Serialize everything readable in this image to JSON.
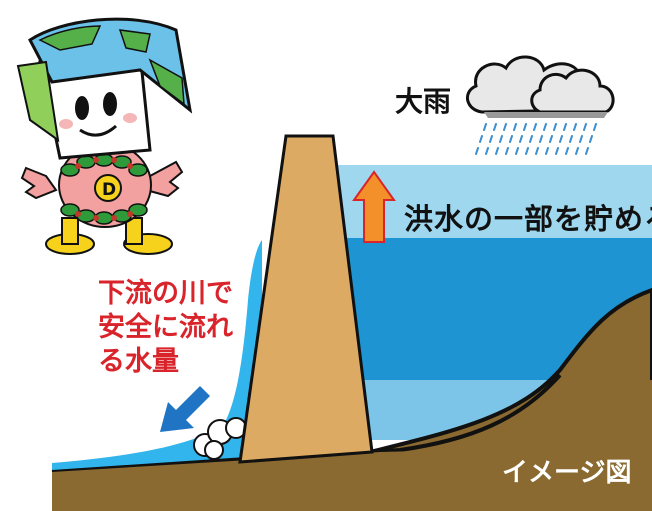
{
  "labels": {
    "heavy_rain": "大雨",
    "store_flood": "洪水の一部を貯める",
    "downstream_line1": "下流の川で",
    "downstream_line2": "安全に流れ",
    "downstream_line3": "る水量",
    "caption": "イメージ図"
  },
  "colors": {
    "reservoir_surface": "#9fd7ef",
    "reservoir_deep": "#1e95d2",
    "dam_body": "#dcaa62",
    "ground": "#8a6a30",
    "downstream_water": "#32b4ec",
    "up_arrow": "#f4902a",
    "flow_arrow": "#1f74c4",
    "downstream_text": "#d8242a",
    "rain": "#3c8fd0"
  },
  "icons": {
    "cloud": "rain-cloud-icon",
    "up_arrow": "up-arrow-icon",
    "flow_arrow": "down-left-arrow-icon",
    "mascot": "dam-mascot-character"
  }
}
